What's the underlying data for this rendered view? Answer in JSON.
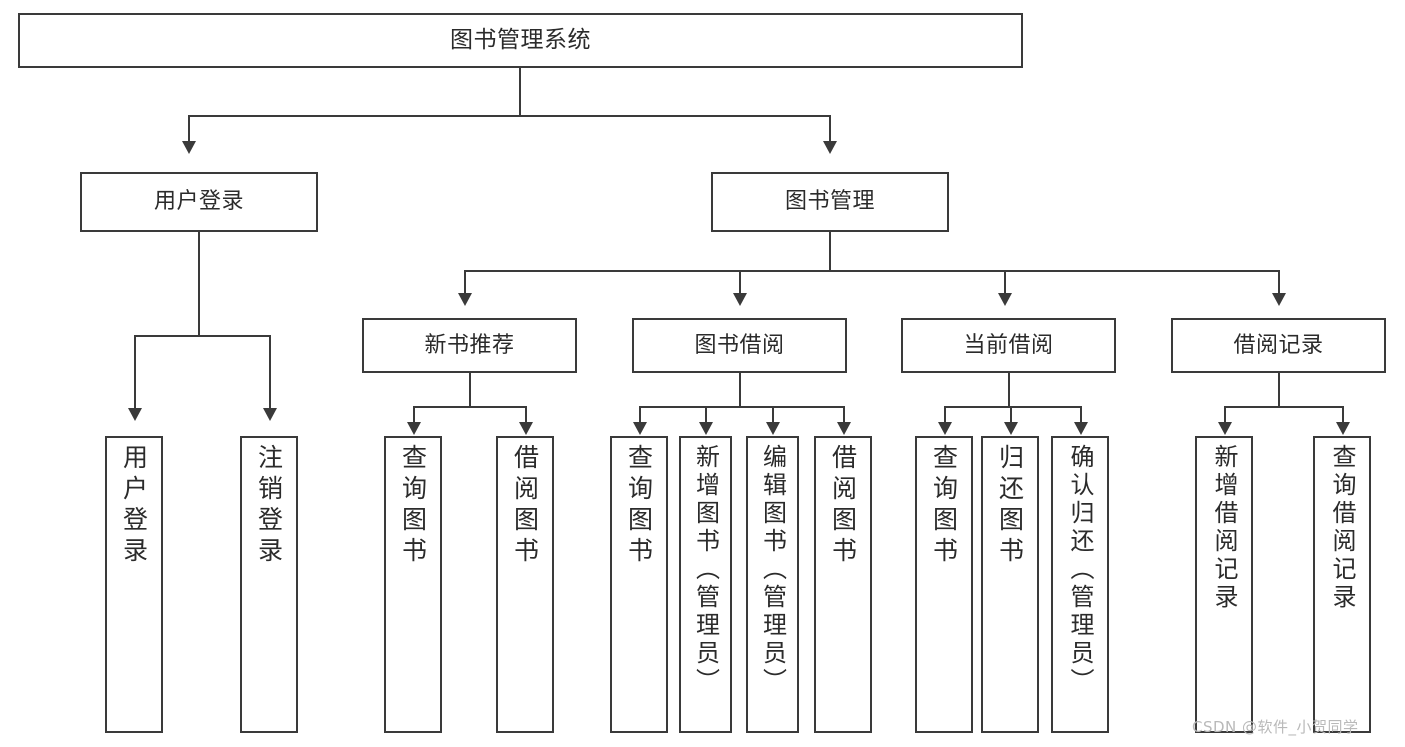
{
  "diagram": {
    "title": "图书管理系统",
    "type": "tree-hierarchy-diagram",
    "levels": 4,
    "root": {
      "label": "图书管理系统"
    },
    "level2": [
      {
        "label": "用户登录"
      },
      {
        "label": "图书管理"
      }
    ],
    "level3": [
      {
        "label": "新书推荐"
      },
      {
        "label": "图书借阅"
      },
      {
        "label": "当前借阅"
      },
      {
        "label": "借阅记录"
      }
    ],
    "leaves": [
      {
        "label": "用户登录",
        "parent": "用户登录"
      },
      {
        "label": "注销登录",
        "parent": "用户登录"
      },
      {
        "label": "查询图书",
        "parent": "新书推荐"
      },
      {
        "label": "借阅图书",
        "parent": "新书推荐"
      },
      {
        "label": "查询图书",
        "parent": "图书借阅"
      },
      {
        "label": "新增图书（管理员）",
        "parent": "图书借阅"
      },
      {
        "label": "编辑图书（管理员）",
        "parent": "图书借阅"
      },
      {
        "label": "借阅图书",
        "parent": "图书借阅"
      },
      {
        "label": "查询图书",
        "parent": "当前借阅"
      },
      {
        "label": "归还图书",
        "parent": "当前借阅"
      },
      {
        "label": "确认归还（管理员）",
        "parent": "当前借阅"
      },
      {
        "label": "新增借阅记录",
        "parent": "借阅记录"
      },
      {
        "label": "查询借阅记录",
        "parent": "借阅记录"
      }
    ]
  },
  "watermark": {
    "text": "CSDN @软件_小贺同学"
  },
  "colors": {
    "stroke": "#3a3a3a",
    "text": "#2b2b2b",
    "background": "#ffffff",
    "watermark": "#b9b9b9"
  }
}
